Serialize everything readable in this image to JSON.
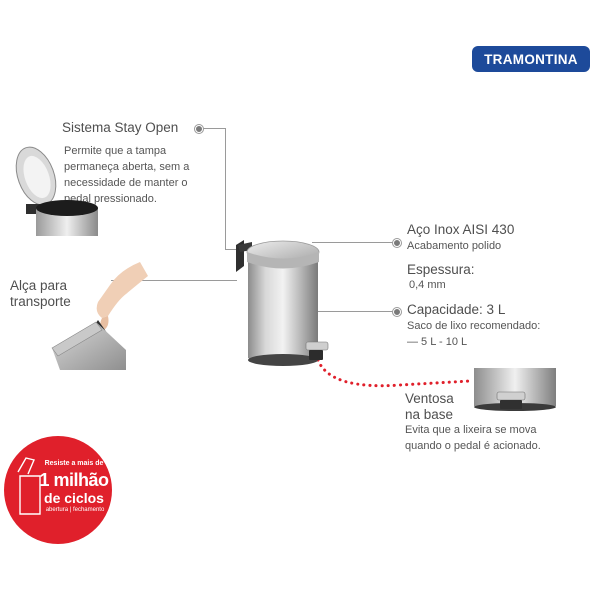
{
  "brand": {
    "name": "TRAMONTINA"
  },
  "features": {
    "stay_open": {
      "title": "Sistema Stay Open",
      "desc": [
        "Permite que a tampa",
        "permaneça aberta, sem a",
        "necessidade de manter o",
        "pedal pressionado."
      ]
    },
    "handle": {
      "title": [
        "Alça para",
        "transporte"
      ]
    },
    "steel": {
      "title": "Aço Inox AISI 430",
      "desc": "Acabamento polido"
    },
    "thickness": {
      "title": "Espessura:",
      "desc": "0,4 mm"
    },
    "capacity": {
      "title": "Capacidade: 3 L",
      "desc": [
        "Saco de lixo recomendado:",
        "— 5 L - 10 L"
      ]
    },
    "suction": {
      "title": [
        "Ventosa",
        "na base"
      ],
      "desc": [
        "Evita que a lixeira se mova",
        "quando o pedal é acionado."
      ]
    }
  },
  "badge": {
    "line1": "Resiste a mais de",
    "line2": "1 milhão",
    "line3": "de ciclos",
    "line4": "abertura | fechamento"
  },
  "colors": {
    "brand": "#1d4a9a",
    "badge": "#e0202b",
    "callout_line": "#9a9a9a"
  }
}
